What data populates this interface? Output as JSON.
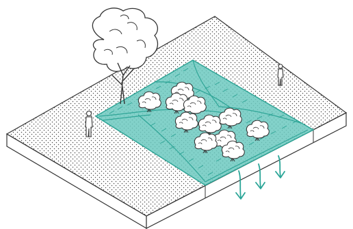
{
  "scene": {
    "kind": "isometric-bioswale-illustration",
    "colors": {
      "line": "#333333",
      "stipple": "#4a4a4a",
      "swale_fill": "#6cc9bf",
      "swale_fill_opacity": 0.85,
      "swale_line": "#2fa597",
      "arrow": "#2aa597",
      "background": "#ffffff"
    },
    "elements": {
      "tree": "tree-icon",
      "shrubs": "shrub-icon",
      "pedestrians": "person-icon",
      "infiltration_arrows": "arrow-down-icon"
    },
    "shrub_count": 11,
    "person_count": 2,
    "arrow_count": 3
  }
}
